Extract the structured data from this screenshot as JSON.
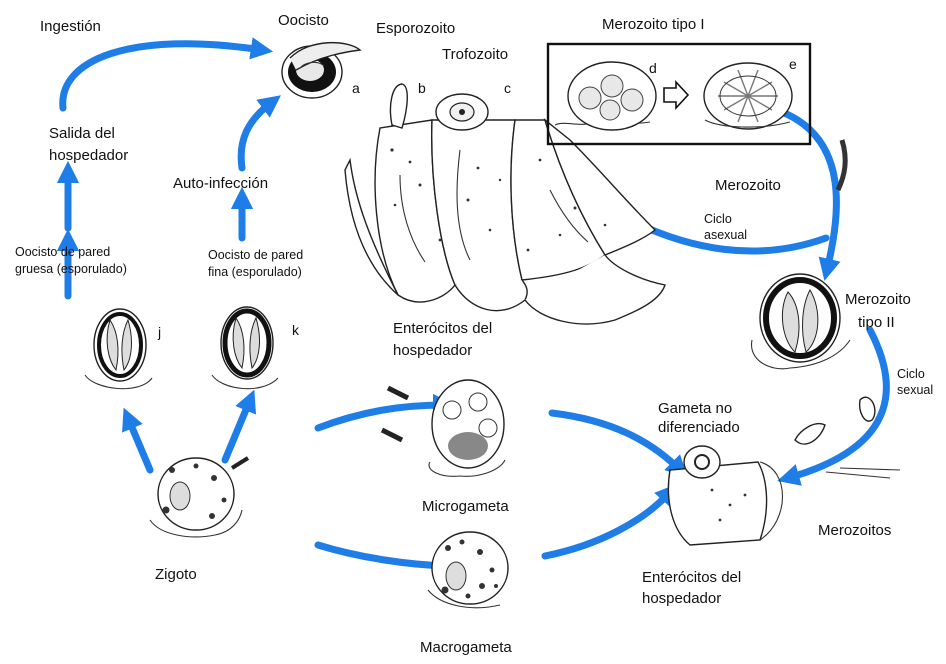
{
  "labels": {
    "ingestion": "Ingestión",
    "oocisto": "Oocisto",
    "esporozoito": "Esporozoito",
    "trofozoito": "Trofozoito",
    "merozoito_tipo_i": "Merozoito tipo I",
    "salida_line1": "Salida del",
    "salida_line2": "hospedador",
    "auto_infeccion": "Auto-infección",
    "merozoito": "Merozoito",
    "ciclo_asexual_1": "Ciclo",
    "ciclo_asexual_2": "asexual",
    "oocisto_gruesa_1": "Oocisto de pared",
    "oocisto_gruesa_2": "gruesa (esporulado)",
    "oocisto_fina_1": "Oocisto de pared",
    "oocisto_fina_2": "fina (esporulado)",
    "merozoito_tipo_ii_1": "Merozoito",
    "merozoito_tipo_ii_2": "tipo II",
    "enterocitos_top_1": "Enterócitos del",
    "enterocitos_top_2": "hospedador",
    "ciclo_sexual_1": "Ciclo",
    "ciclo_sexual_2": "sexual",
    "gameta_1": "Gameta no",
    "gameta_2": "diferenciado",
    "microgameta": "Microgameta",
    "zigoto": "Zigoto",
    "merozoitos": "Merozoitos",
    "enterocitos_bottom_1": "Enterócitos del",
    "enterocitos_bottom_2": "hospedador",
    "macrogameta": "Macrogameta"
  },
  "letters": {
    "a": "a",
    "b": "b",
    "c": "c",
    "d": "d",
    "e": "e",
    "j": "j",
    "k": "k"
  },
  "colors": {
    "arrow": "#1e7de6",
    "ink": "#222222"
  }
}
